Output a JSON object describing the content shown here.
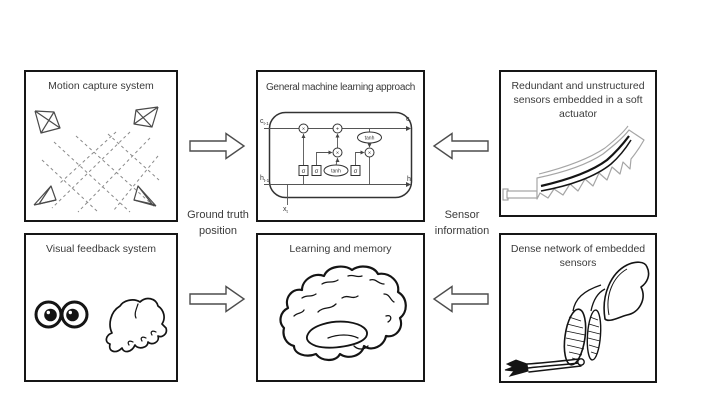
{
  "diagram": {
    "boxes": {
      "motion_capture": {
        "title": "Motion capture system"
      },
      "ml_approach": {
        "title": "General machine learning approach"
      },
      "soft_actuator": {
        "title": "Redundant and unstructured sensors embedded in a soft actuator"
      },
      "visual_feedback": {
        "title": "Visual feedback system"
      },
      "learning_memory": {
        "title": "Learning and memory"
      },
      "dense_sensors": {
        "title": "Dense network of embedded sensors"
      }
    },
    "arrow_labels": {
      "ground_truth": "Ground truth position",
      "sensor_info": "Sensor information"
    },
    "lstm": {
      "c_prev": "c",
      "c_prev_sub": "t-1",
      "c_out": "c",
      "c_out_sub": "t",
      "h_prev": "h",
      "h_prev_sub": "t-1",
      "h_out": "h",
      "h_out_sub": "t",
      "x_in": "x",
      "x_in_sub": "t",
      "sigma": "σ",
      "tanh": "tanh",
      "multiply": "×",
      "add": "+"
    },
    "colors": {
      "box_border": "#161616",
      "text": "#3b3b3b",
      "sketch_ink": "#141414",
      "grid_gray": "#8a8a8a",
      "arrow_outline": "#4d4d4d",
      "background": "#ffffff"
    }
  }
}
